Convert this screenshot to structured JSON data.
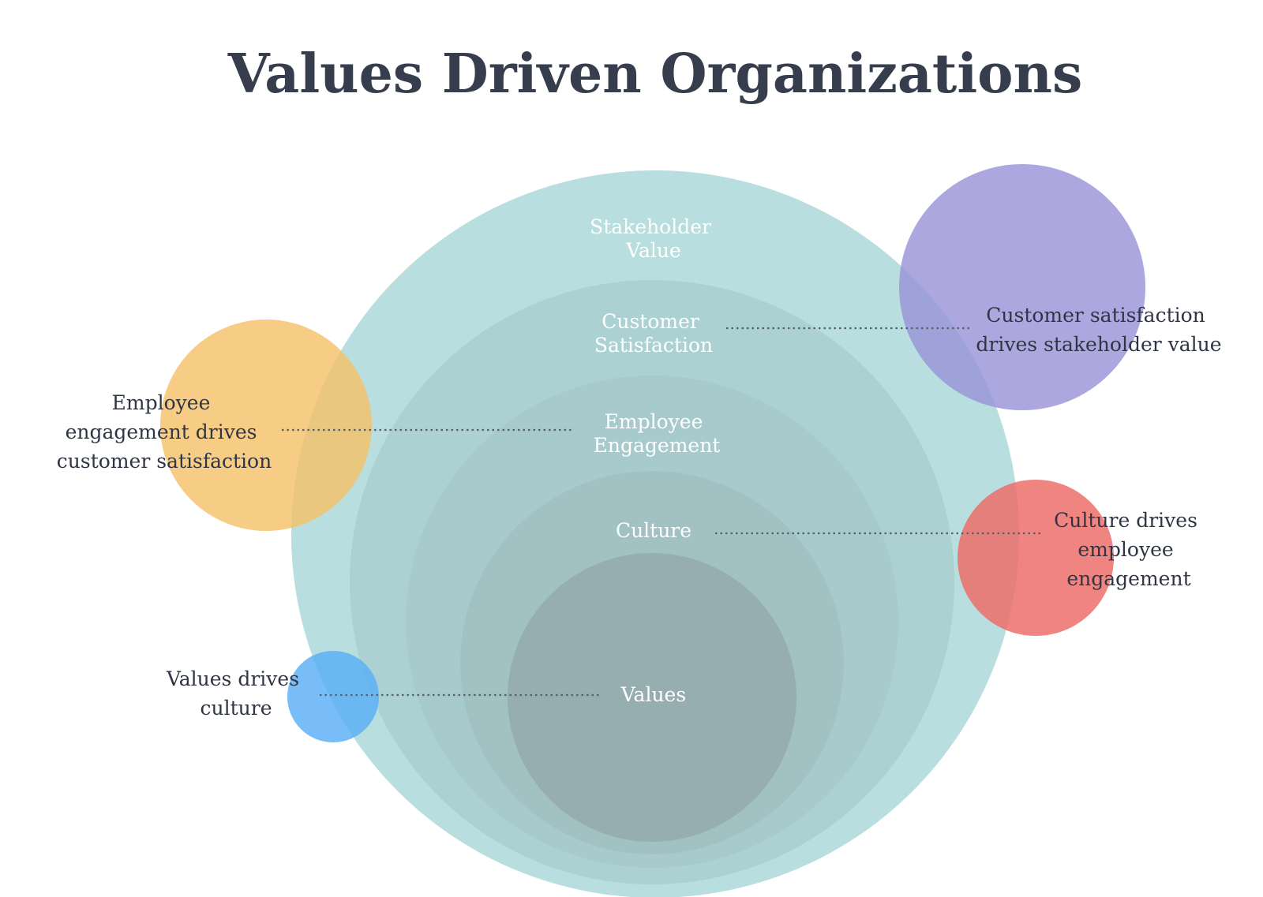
{
  "title": "Values Driven Organizations",
  "colors": {
    "title": "#363d4c",
    "outer_ring": "#b9dedf",
    "inner_rings": [
      "#acd1d3",
      "#a7cacc",
      "#a2c1c3",
      "#96aeaf"
    ],
    "ring_label": "#ffffff",
    "callout_text": "#2f3544",
    "orange": "#f5c066",
    "purple": "#9a95d8",
    "red": "#ec6f6a",
    "blue": "#5aaef5"
  },
  "rings": [
    {
      "id": "stakeholder-value",
      "lines": [
        "Stakeholder",
        "Value"
      ]
    },
    {
      "id": "customer-satisfaction",
      "lines": [
        "Customer",
        "Satisfaction"
      ]
    },
    {
      "id": "employee-engagement",
      "lines": [
        "Employee",
        "Engagement"
      ]
    },
    {
      "id": "culture",
      "lines": [
        "Culture"
      ]
    },
    {
      "id": "values",
      "lines": [
        "Values"
      ]
    }
  ],
  "callouts": [
    {
      "id": "customer-satisfaction",
      "color_name": "purple",
      "lines": [
        "Customer satisfaction",
        "drives stakeholder value"
      ]
    },
    {
      "id": "employee-engagement",
      "color_name": "orange",
      "lines": [
        "Employee",
        "engagement drives",
        "customer satisfaction"
      ]
    },
    {
      "id": "culture",
      "color_name": "red",
      "lines": [
        "Culture drives",
        "employee",
        "engagement"
      ]
    },
    {
      "id": "values",
      "color_name": "blue",
      "lines": [
        "Values drives",
        "culture"
      ]
    }
  ]
}
